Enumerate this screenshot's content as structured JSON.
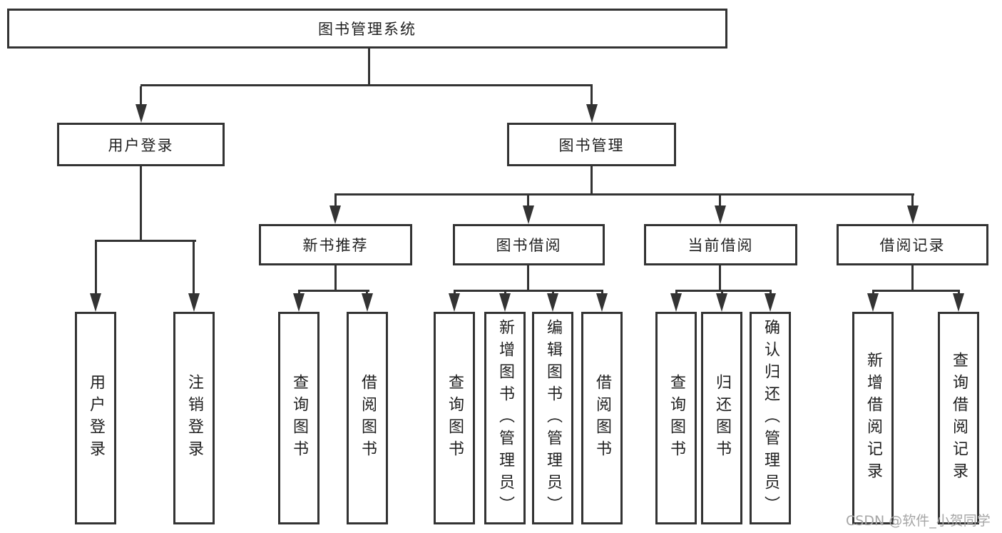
{
  "root": {
    "label": "图书管理系统"
  },
  "branches": {
    "user_login": {
      "label": "用户登录",
      "children": [
        {
          "label": "用户登录"
        },
        {
          "label": "注销登录"
        }
      ]
    },
    "book_management": {
      "label": "图书管理",
      "children": [
        {
          "label": "新书推荐",
          "children": [
            {
              "label": "查询图书"
            },
            {
              "label": "借阅图书"
            }
          ]
        },
        {
          "label": "图书借阅",
          "children": [
            {
              "label": "查询图书"
            },
            {
              "label": "新增图书（管理员）"
            },
            {
              "label": "编辑图书（管理员）"
            },
            {
              "label": "借阅图书"
            }
          ]
        },
        {
          "label": "当前借阅",
          "children": [
            {
              "label": "查询图书"
            },
            {
              "label": "归还图书"
            },
            {
              "label": "确认归还（管理员）"
            }
          ]
        },
        {
          "label": "借阅记录",
          "children": [
            {
              "label": "新增借阅记录"
            },
            {
              "label": "查询借阅记录"
            }
          ]
        }
      ]
    }
  },
  "watermark": {
    "text": "CSDN @软件_小贺同学"
  },
  "colors": {
    "line": "#333333",
    "text": "#1f1f1f",
    "background": "#ffffff",
    "watermark": "#a6a6a6"
  }
}
